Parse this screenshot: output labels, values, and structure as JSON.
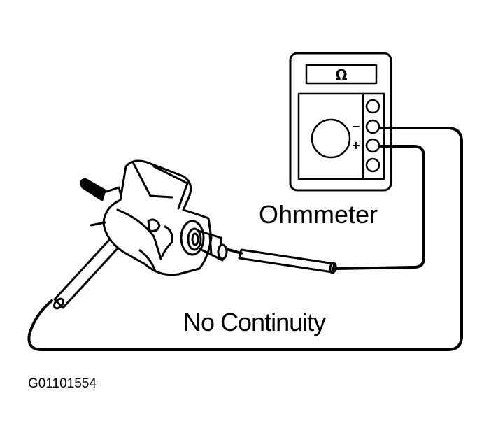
{
  "diagram": {
    "meter_symbol": "Ω",
    "minus_sign": "−",
    "plus_sign": "+",
    "meter_label": "Ohmmeter",
    "result_label": "No Continuity",
    "figure_id": "G01101554"
  },
  "colors": {
    "line": "#000000",
    "background": "#ffffff"
  }
}
